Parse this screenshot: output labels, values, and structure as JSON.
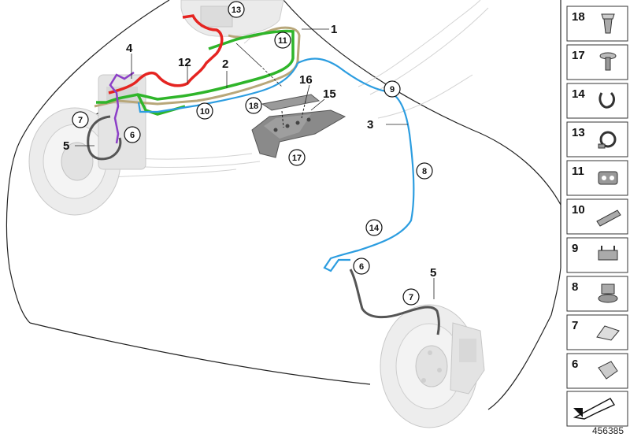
{
  "diagram": {
    "document_number": "456385",
    "colors": {
      "red_line": "#e52421",
      "green_line": "#2fb52a",
      "blue_line": "#2c9de0",
      "purple_line": "#8c3fc7",
      "tan_line": "#b8a77a",
      "gray_part": "#bfbfbf",
      "outline": "#111111"
    },
    "labels": {
      "l1": "1",
      "l2": "2",
      "l3": "3",
      "l4": "4",
      "l5a": "5",
      "l5b": "5",
      "l12": "12",
      "l15": "15",
      "l16": "16"
    },
    "callouts": {
      "c13": "13",
      "c11": "11",
      "c10": "10",
      "c9": "9",
      "c8": "8",
      "c14": "14",
      "c18": "18",
      "c17": "17",
      "c7a": "7",
      "c6a": "6",
      "c6b": "6",
      "c7b": "7"
    },
    "sidebar_items": [
      {
        "number": "18",
        "icon": "push-rivet-icon"
      },
      {
        "number": "17",
        "icon": "screw-washer-icon"
      },
      {
        "number": "14",
        "icon": "pipe-clip-icon"
      },
      {
        "number": "13",
        "icon": "hose-clamp-icon"
      },
      {
        "number": "11",
        "icon": "double-line-clip-icon"
      },
      {
        "number": "10",
        "icon": "multi-line-holder-icon"
      },
      {
        "number": "9",
        "icon": "line-clip-icon"
      },
      {
        "number": "8",
        "icon": "clip-with-base-icon"
      },
      {
        "number": "7",
        "icon": "spring-clip-icon"
      },
      {
        "number": "6",
        "icon": "bracket-clip-icon"
      }
    ]
  }
}
